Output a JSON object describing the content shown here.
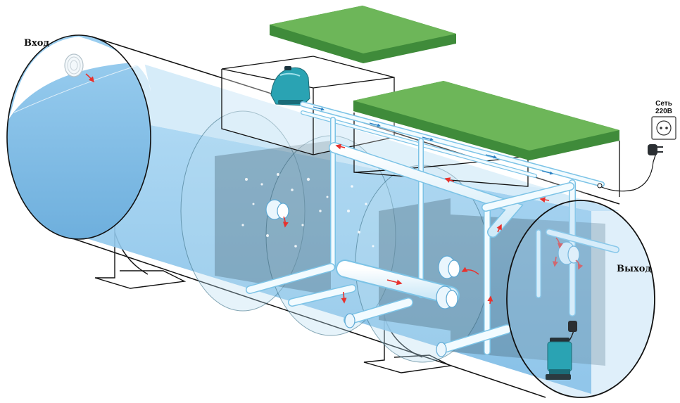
{
  "labels": {
    "inlet": "Вход",
    "outlet": "Выход",
    "power_line1": "Сеть",
    "power_line2": "220В"
  },
  "colors": {
    "water_light": "#c9e6f7",
    "water": "#8fc6ea",
    "water_dark": "#6fb1de",
    "lid_green": "#6db659",
    "lid_green_side": "#3f8b3a",
    "pipe": "#eaf6fd",
    "pipe_stroke": "#7cc3e6",
    "equipment_teal": "#2aa3b3",
    "arrow_red": "#e8312d",
    "outline": "#111111"
  },
  "icons": [
    "compressor-icon",
    "submersible-pump-icon",
    "power-socket-icon",
    "power-plug-icon",
    "flow-arrow-icon"
  ]
}
